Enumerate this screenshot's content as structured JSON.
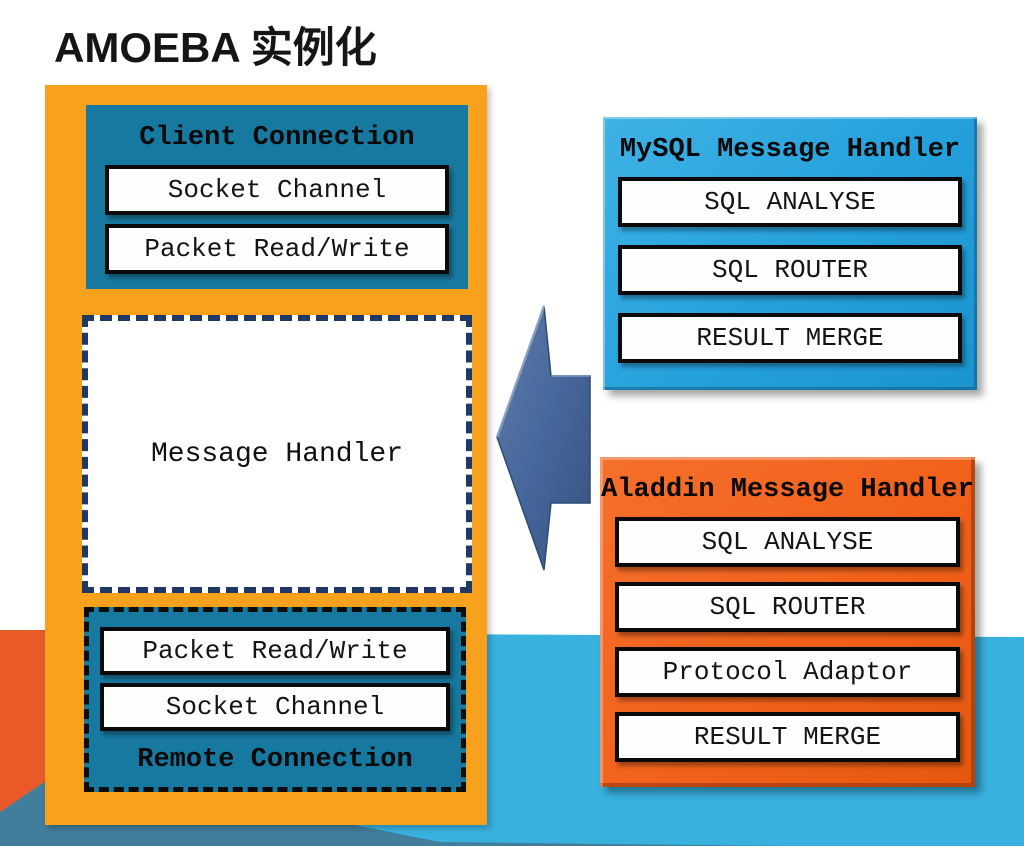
{
  "slide": {
    "title": "AMOEBA 实例化"
  },
  "left_panel": {
    "client_connection": {
      "title": "Client Connection",
      "items": [
        "Socket Channel",
        "Packet Read/Write"
      ]
    },
    "message_handler": {
      "label": "Message Handler"
    },
    "remote_connection": {
      "title": "Remote Connection",
      "items": [
        "Packet Read/Write",
        "Socket Channel"
      ]
    }
  },
  "mysql_panel": {
    "title": "MySQL Message Handler",
    "items": [
      "SQL ANALYSE",
      "SQL ROUTER",
      "RESULT MERGE"
    ]
  },
  "aladdin_panel": {
    "title": "Aladdin Message Handler",
    "items": [
      "SQL ANALYSE",
      "SQL ROUTER",
      "Protocol Adaptor",
      "RESULT MERGE"
    ]
  },
  "icons": {
    "arrow": "left-arrow"
  },
  "colors": {
    "panel_orange": "#f7a11d",
    "teal": "#17799f",
    "mysql_blue": "#24a0da",
    "aladdin_orange": "#f2611b",
    "navy_dash": "#1f3864",
    "arrow_blue": "#46679b",
    "bg_light_blue": "#39b1de",
    "bg_orange_red": "#e85a28",
    "bg_dark_teal": "#417e9b"
  }
}
